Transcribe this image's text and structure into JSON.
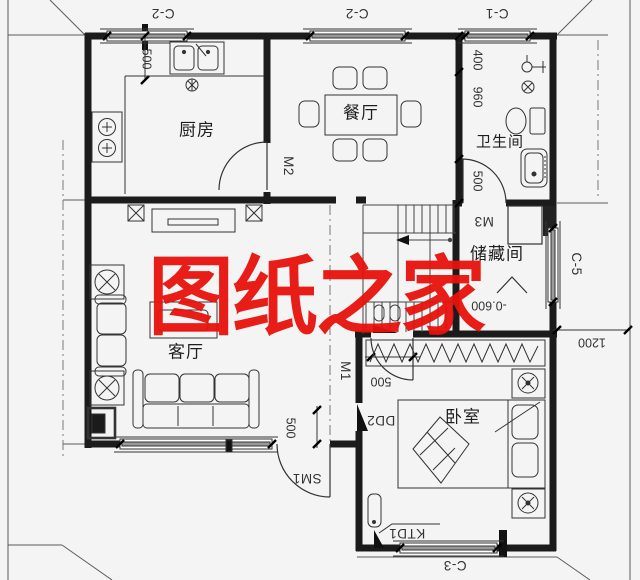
{
  "watermark": {
    "text": "图纸之家",
    "color": "#e8120c"
  },
  "rooms": {
    "kitchen": "厨房",
    "dining": "餐厅",
    "bathroom": "卫生间",
    "storage": "储藏间",
    "living": "客厅",
    "bedroom": "卧室"
  },
  "windows": {
    "c2a": "C-2",
    "c2b": "C-2",
    "c1": "C-1",
    "c5": "C-5",
    "c3": "C-3"
  },
  "doors": {
    "m1": "M1",
    "m2": "M2",
    "m3": "M3",
    "sm1": "SM1",
    "dd2": "DD2",
    "ktd1": "KTD1"
  },
  "dims": {
    "kitchen_win": "500",
    "bath_upper": "400",
    "bath_mid": "960",
    "bath_door": "500",
    "hall_door": "500",
    "entry": "500",
    "right_offset": "1200",
    "floor_level": "-0.600"
  },
  "colors": {
    "background": "#f4f4f4",
    "line": "#1c1c1c",
    "watermark": "#e8120c"
  }
}
